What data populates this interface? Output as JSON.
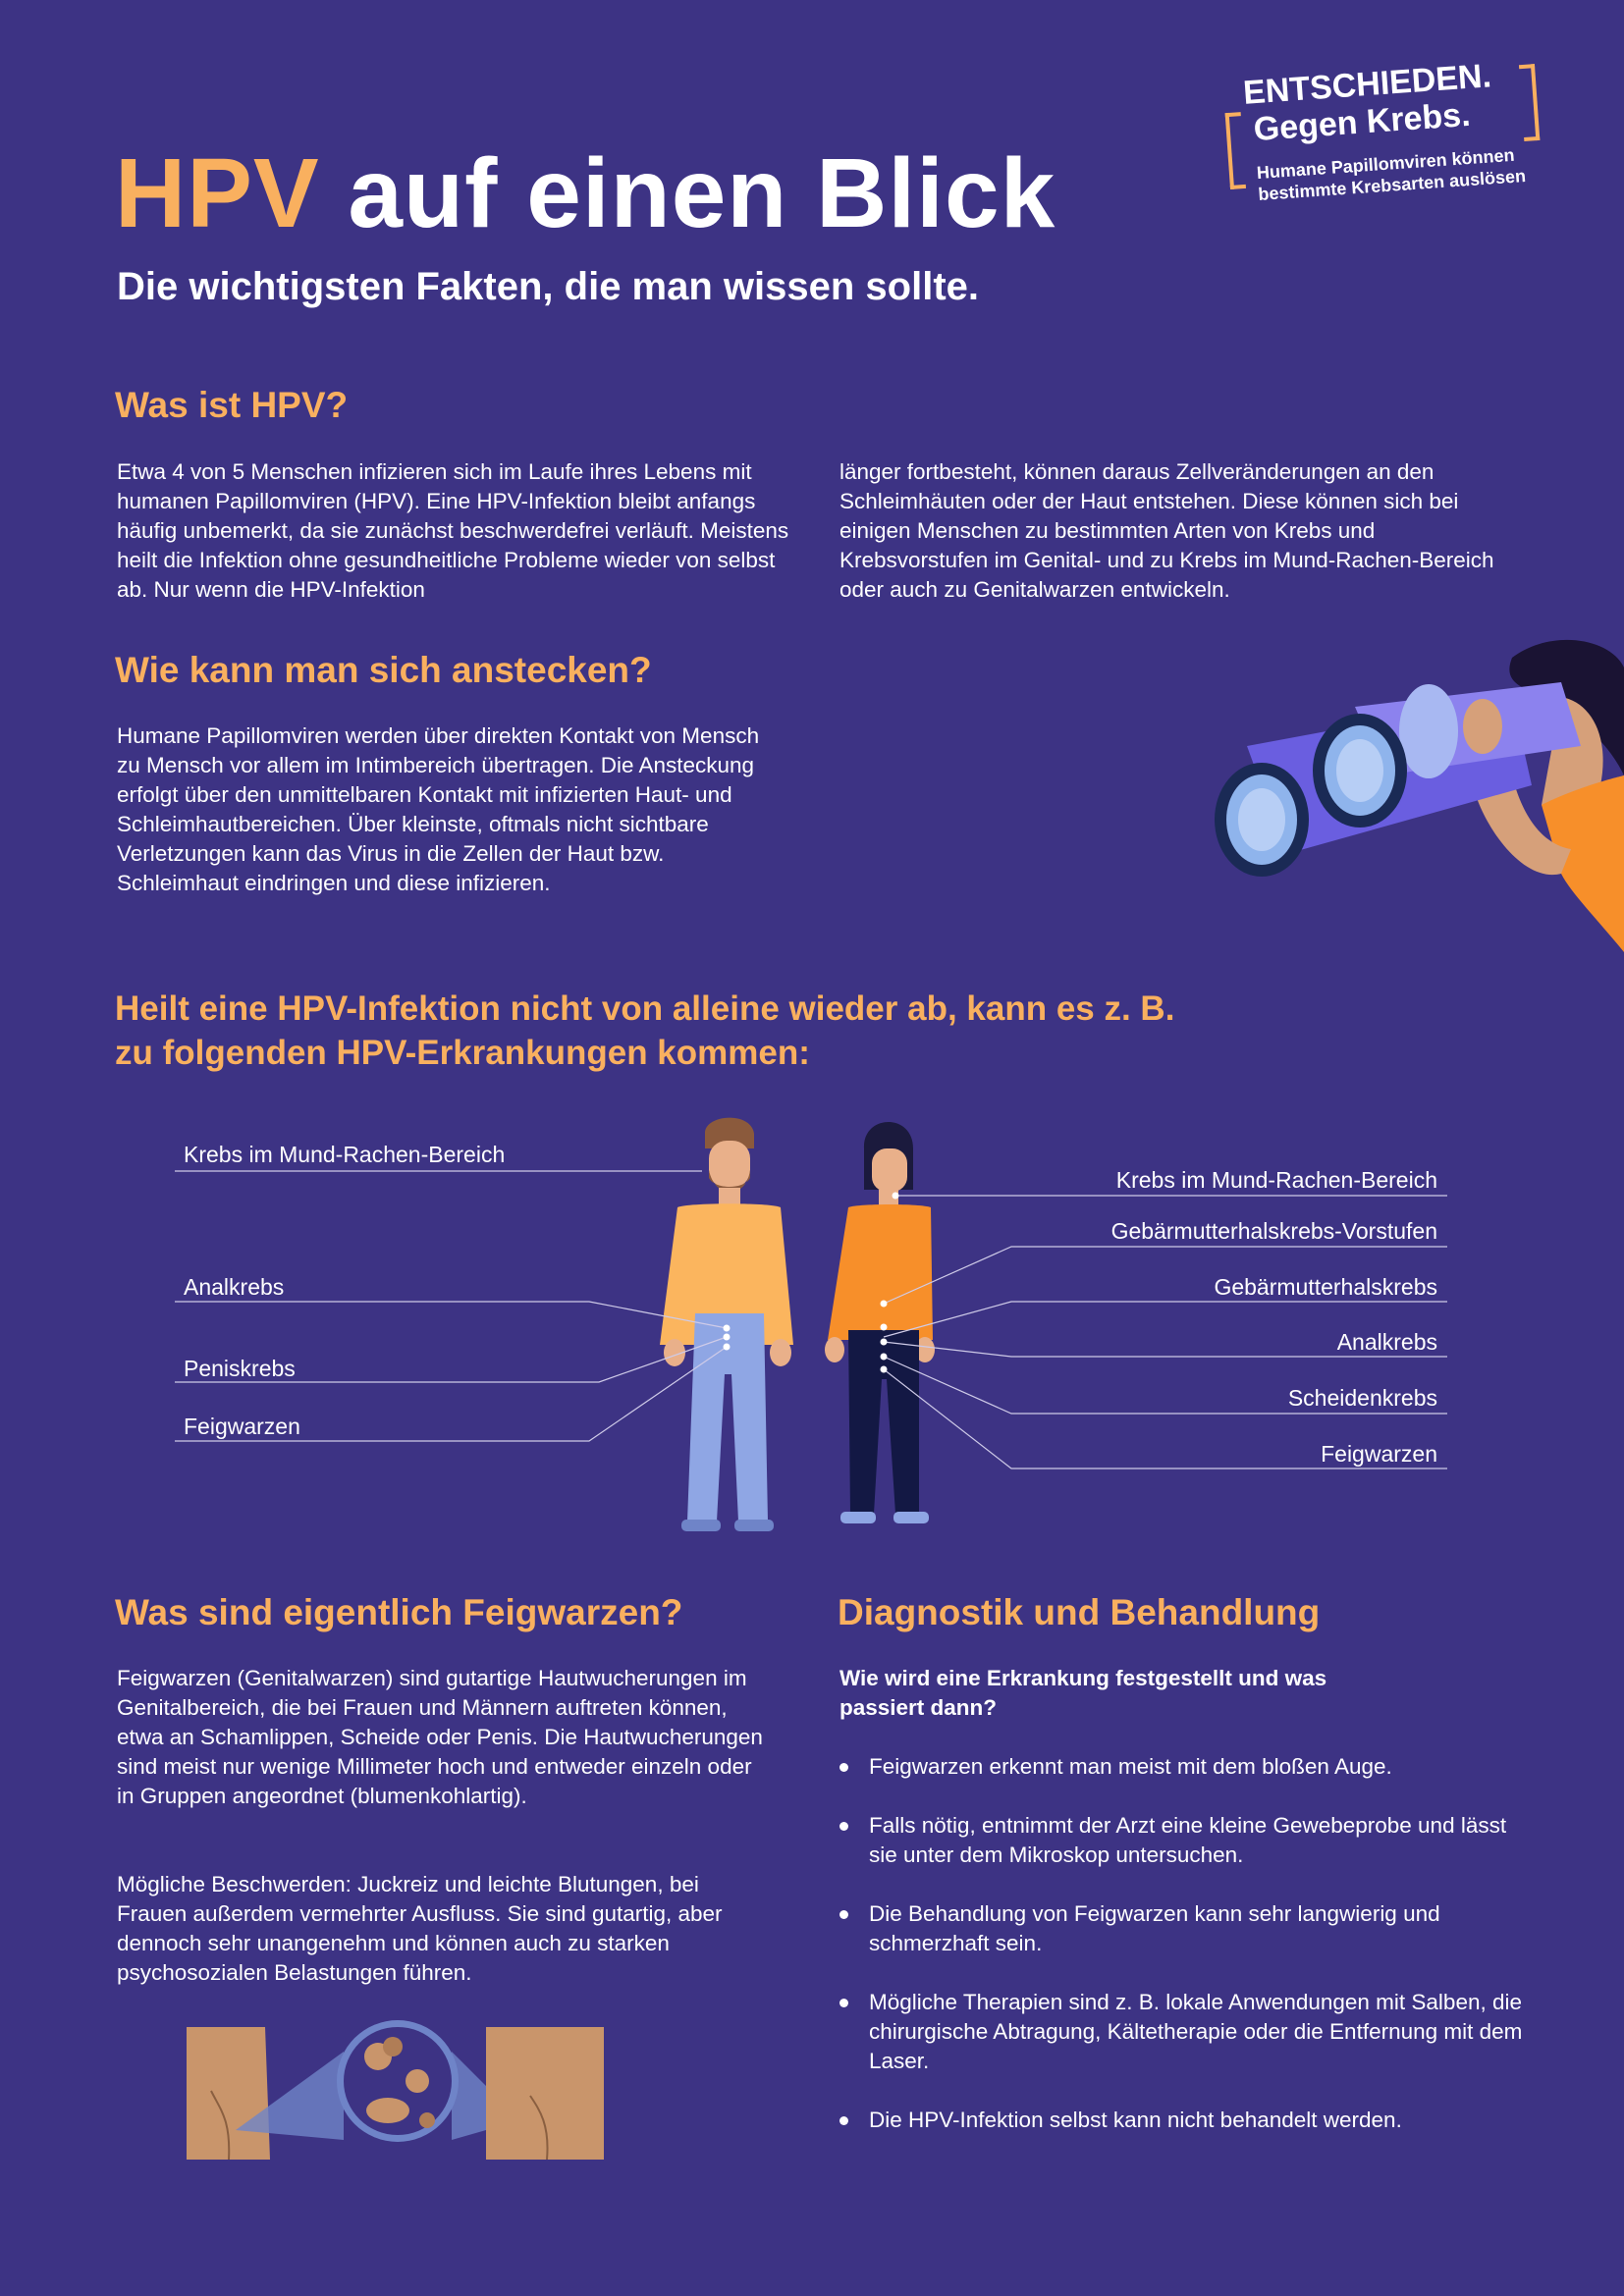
{
  "colors": {
    "background": "#3d3384",
    "accent": "#f9b05f",
    "text": "#ffffff"
  },
  "header": {
    "title_highlight": "HPV",
    "title_rest": "auf einen Blick",
    "subtitle": "Die wichtigsten Fakten, die man wissen sollte."
  },
  "logo": {
    "line1": "ENTSCHIEDEN.",
    "line2": "Gegen Krebs.",
    "tagline1": "Humane Papillomviren können",
    "tagline2": "bestimmte Krebsarten auslösen"
  },
  "section_what": {
    "heading": "Was ist HPV?",
    "col1": "Etwa 4 von 5 Menschen infizieren sich im Laufe ihres Lebens mit humanen Papillomviren (HPV). Eine HPV-Infektion bleibt anfangs häufig unbemerkt, da sie zunächst beschwerdefrei verläuft. Meistens heilt die Infektion ohne gesundheitliche Probleme wieder von selbst ab. Nur wenn die HPV-Infektion",
    "col2": "länger fortbesteht, können daraus Zellveränderungen an den Schleimhäuten oder der Haut entstehen. Diese können sich bei einigen Menschen zu bestimmten Arten von Krebs und Krebsvorstufen im Genital- und zu Krebs im Mund-Rachen-Bereich oder auch zu Genitalwarzen entwickeln."
  },
  "section_infection": {
    "heading": "Wie kann man sich anstecken?",
    "body": "Humane Papillomviren werden über direkten Kontakt von Mensch zu Mensch vor allem im Intimbereich übertragen. Die Ansteckung erfolgt über den unmittelbaren Kontakt mit infizierten Haut- und Schleimhautbereichen. Über kleinste, oftmals nicht sichtbare Verletzungen kann das Virus in die Zellen der Haut bzw. Schleimhaut eindringen und diese infizieren."
  },
  "section_diseases": {
    "heading_line1": "Heilt eine HPV-Infektion nicht von alleine wieder ab, kann es z. B.",
    "heading_line2": "zu folgenden HPV-Erkrankungen kommen:",
    "male_labels": [
      "Krebs im Mund-Rachen-Bereich",
      "Analkrebs",
      "Peniskrebs",
      "Feigwarzen"
    ],
    "female_labels": [
      "Krebs im Mund-Rachen-Bereich",
      "Gebärmutterhalskrebs-Vorstufen",
      "Gebärmutterhalskrebs",
      "Analkrebs",
      "Scheidenkrebs",
      "Feigwarzen"
    ]
  },
  "section_warts": {
    "heading": "Was sind eigentlich Feigwarzen?",
    "para1": "Feigwarzen (Genitalwarzen) sind gutartige Hautwucherungen im Genitalbereich, die bei Frauen und Männern auftreten können, etwa an Schamlippen, Scheide oder Penis. Die Hautwucherungen sind meist nur wenige Millimeter hoch und entweder einzeln oder in Gruppen angeordnet (blumenkohlartig).",
    "para2": "Mögliche Beschwerden: Juckreiz und leichte Blutungen, bei Frauen außerdem vermehrter Ausfluss. Sie sind gutartig, aber dennoch sehr unangenehm und können auch zu starken psychosozialen Belastungen führen."
  },
  "section_diagnosis": {
    "heading": "Diagnostik und Behandlung",
    "question": "Wie wird eine Erkrankung festgestellt und was passiert dann?",
    "bullets": [
      "Feigwarzen erkennt man meist mit dem bloßen Auge.",
      "Falls nötig, entnimmt der Arzt eine kleine Gewebeprobe und lässt sie unter dem Mikroskop untersuchen.",
      "Die Behandlung von Feigwarzen kann sehr langwierig und schmerzhaft sein.",
      "Mögliche Therapien sind z. B. lokale Anwendungen mit Salben, die chirurgische Abtragung, Kältetherapie oder die Entfernung mit dem Laser.",
      "Die HPV-Infektion selbst kann nicht behandelt werden."
    ]
  }
}
